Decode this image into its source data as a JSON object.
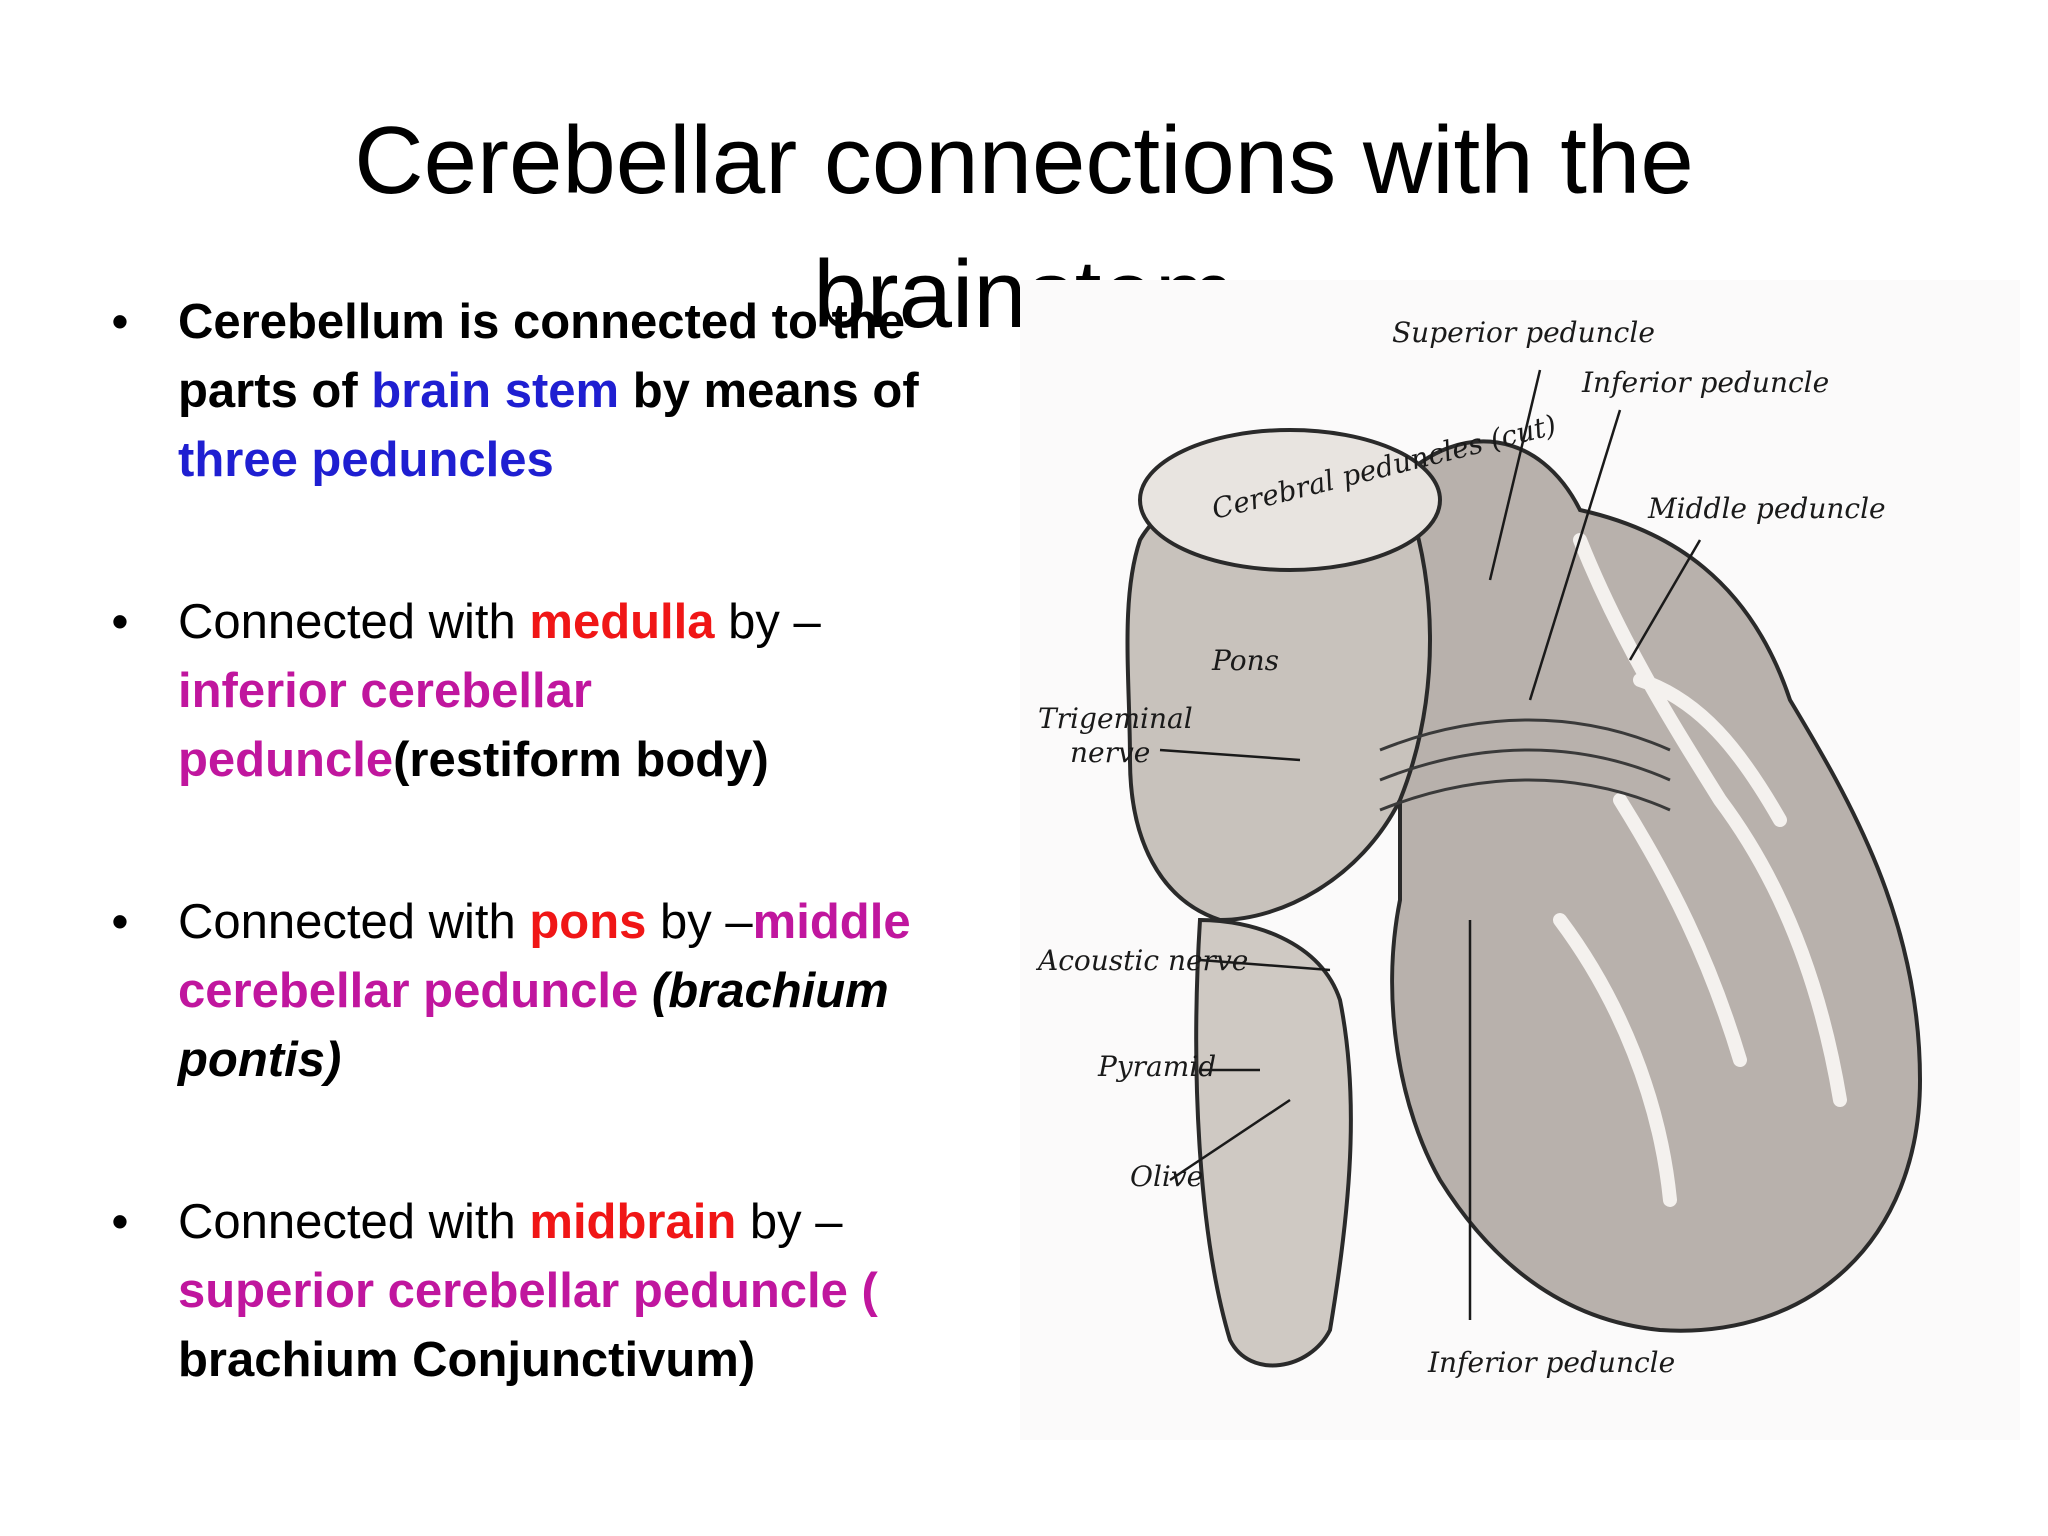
{
  "slide": {
    "title": "Cerebellar connections with the brainstem",
    "bullets": [
      {
        "parts": [
          "Cerebellum is connected to the parts of ",
          "brain stem",
          " by means of ",
          "three peduncles"
        ]
      },
      {
        "parts": [
          "Connected with ",
          "medulla",
          " by – ",
          "inferior cerebellar peduncle",
          "(restiform body)"
        ]
      },
      {
        "parts": [
          "Connected with ",
          "pons",
          " by –",
          "middle cerebellar peduncle",
          " ",
          "(brachium pontis)"
        ]
      },
      {
        "parts": [
          "Connected with ",
          "midbrain",
          " by – ",
          "superior cerebellar peduncle (",
          " brachium Conjunctivum)"
        ]
      }
    ],
    "bullet_char": "•"
  },
  "figure": {
    "labels": {
      "superior_peduncle": "Superior peduncle",
      "inferior_peduncle_top": "Inferior peduncle",
      "middle_peduncle": "Middle peduncle",
      "cerebral_peduncles": "Cerebral peduncles (cut)",
      "pons": "Pons",
      "trigeminal_nerve_1": "Trigeminal",
      "trigeminal_nerve_2": "nerve",
      "acoustic_nerve": "Acoustic nerve",
      "pyramid": "Pyramid",
      "olive": "Olive",
      "inferior_peduncle_bottom": "Inferior peduncle"
    }
  },
  "colors": {
    "blue": "#1f1fd1",
    "red": "#f01616",
    "magenta": "#c0169e"
  }
}
